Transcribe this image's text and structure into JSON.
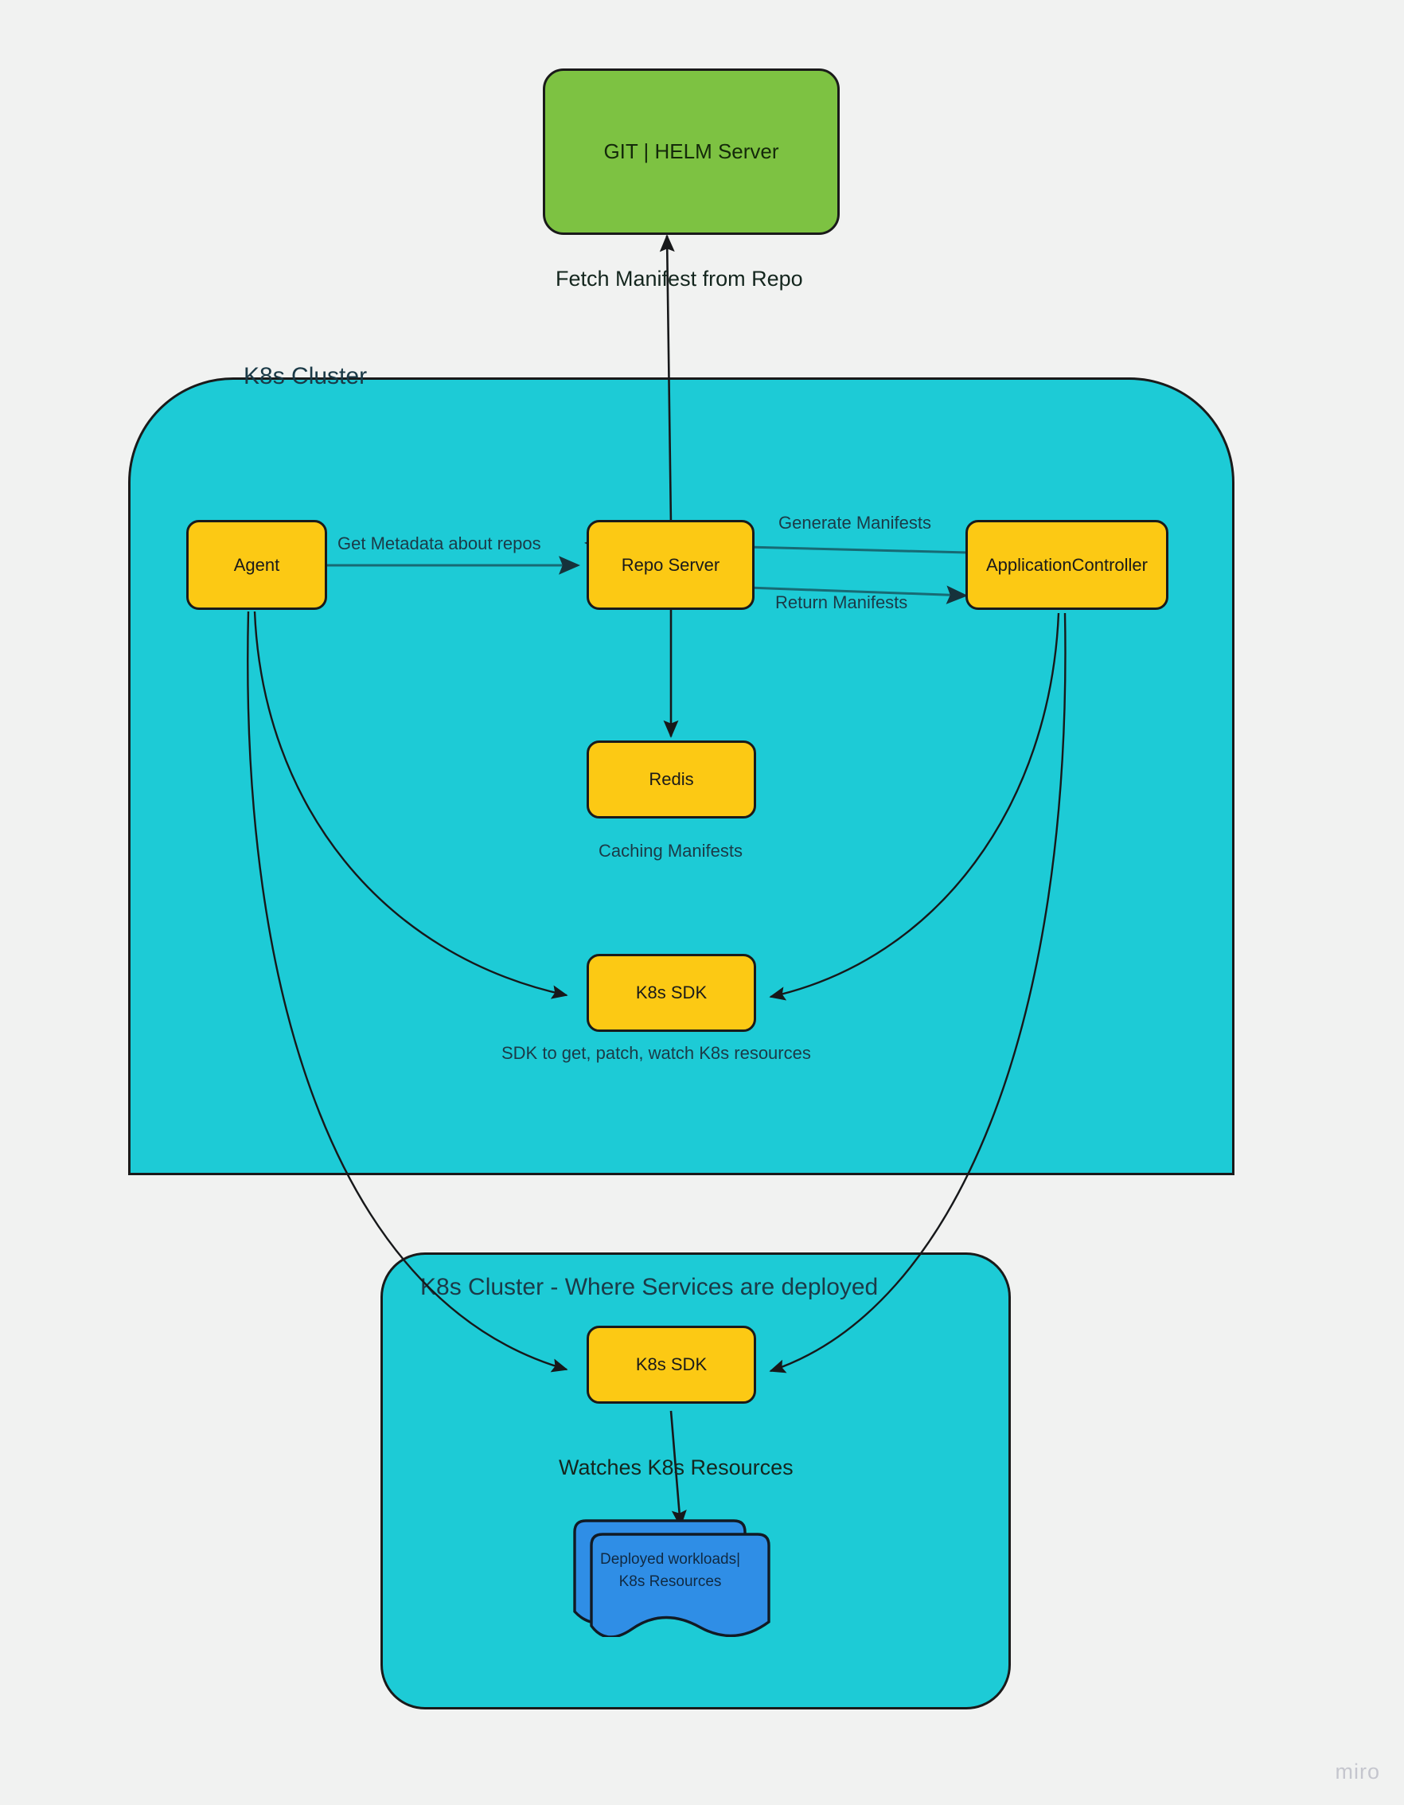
{
  "diagram": {
    "title": "ArgoCD GitOps architecture",
    "watermark": "miro",
    "colors": {
      "background": "#F1F2F1",
      "cluster_fill": "#1DCBD6",
      "node_fill": "#FCC914",
      "repo_server_fill": "#7DC242",
      "workload_fill": "#2F8EE6",
      "stroke": "#1A1A1A",
      "text": "#1B3A47"
    }
  },
  "clusters": [
    {
      "id": "k8s-cluster",
      "label": "K8s Cluster"
    },
    {
      "id": "k8s-cluster-services",
      "label": "K8s Cluster - Where Services are deployed"
    }
  ],
  "nodes": {
    "git_helm_server": "GIT | HELM Server",
    "agent": "Agent",
    "repo_server": "Repo Server",
    "application_controller": "ApplicationController",
    "redis": "Redis",
    "k8s_sdk_upper": "K8s SDK",
    "k8s_sdk_lower": "K8s SDK",
    "deployed_workloads_line1": "Deployed workloads|",
    "deployed_workloads_line2": "K8s Resources"
  },
  "captions": {
    "redis_caption": "Caching Manifests",
    "k8s_sdk_caption": "SDK to get, patch, watch K8s resources"
  },
  "edges": [
    {
      "id": "fetch-manifest",
      "label": "Fetch Manifest from Repo",
      "from": "repo_server",
      "to": "git_helm_server"
    },
    {
      "id": "get-metadata",
      "label": "Get Metadata about repos",
      "from": "agent",
      "to": "repo_server"
    },
    {
      "id": "generate-manifests",
      "label": "Generate Manifests",
      "from": "application_controller",
      "to": "repo_server"
    },
    {
      "id": "return-manifests",
      "label": "Return Manifests",
      "from": "repo_server",
      "to": "application_controller"
    },
    {
      "id": "cache",
      "label": "",
      "from": "repo_server",
      "to": "redis"
    },
    {
      "id": "agent-to-sdk",
      "label": "",
      "from": "agent",
      "to": "k8s_sdk_upper"
    },
    {
      "id": "controller-to-sdk",
      "label": "",
      "from": "application_controller",
      "to": "k8s_sdk_upper"
    },
    {
      "id": "agent-to-sdk-lower",
      "label": "",
      "from": "agent",
      "to": "k8s_sdk_lower"
    },
    {
      "id": "controller-to-sdk-lower",
      "label": "",
      "from": "application_controller",
      "to": "k8s_sdk_lower"
    },
    {
      "id": "watches",
      "label": "Watches K8s Resources",
      "from": "k8s_sdk_lower",
      "to": "deployed_workloads"
    }
  ]
}
